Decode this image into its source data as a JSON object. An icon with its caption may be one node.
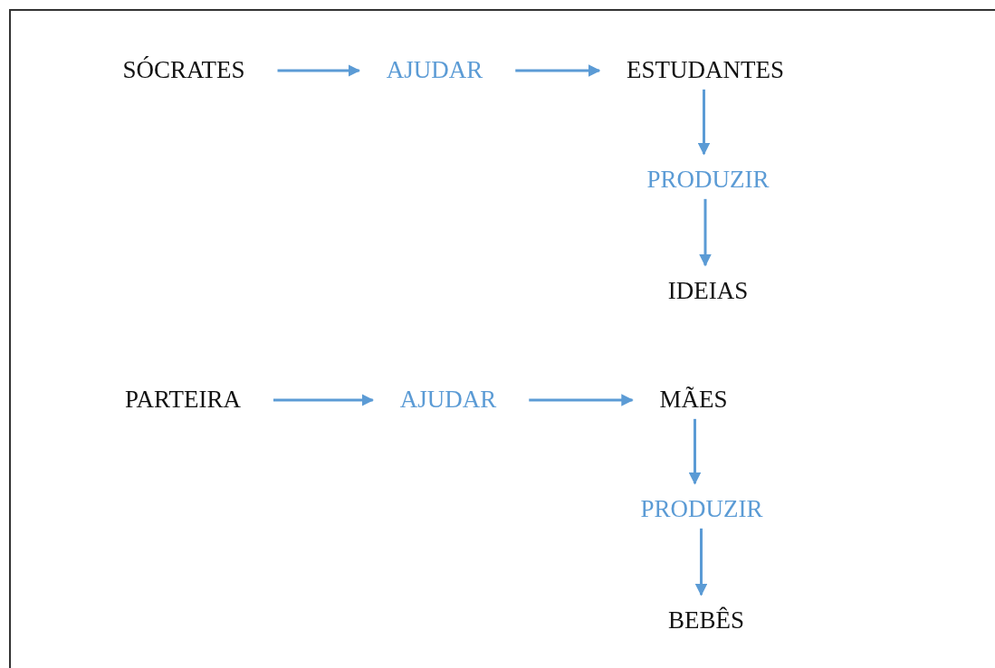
{
  "diagram": {
    "nodes": [
      {
        "text": [
          "SÓCRATES"
        ]
      },
      {
        "text": [
          "AJUDAR"
        ]
      },
      {
        "text": [
          "ESTUDANTES"
        ]
      },
      {
        "text": [
          "PRODUZIR"
        ]
      },
      {
        "text": [
          "IDEIAS"
        ]
      },
      {
        "text": [
          "PARTEIRA"
        ]
      },
      {
        "text": [
          "AJUDAR"
        ]
      },
      {
        "text": [
          "MÃES"
        ]
      },
      {
        "text": [
          "PRODUZIR"
        ]
      },
      {
        "text": [
          "BEBÊS"
        ]
      }
    ],
    "edges": [
      {
        "from": 0,
        "to": 1,
        "arrow": "to"
      },
      {
        "from": 1,
        "to": 2,
        "arrow": "to"
      },
      {
        "from": 2,
        "to": 3,
        "arrow": "to"
      },
      {
        "from": 3,
        "to": 4,
        "arrow": "to"
      },
      {
        "from": 5,
        "to": 6,
        "arrow": "to"
      },
      {
        "from": 6,
        "to": 7,
        "arrow": "to"
      },
      {
        "from": 7,
        "to": 8,
        "arrow": "to"
      },
      {
        "from": 8,
        "to": 9,
        "arrow": "to"
      }
    ]
  }
}
